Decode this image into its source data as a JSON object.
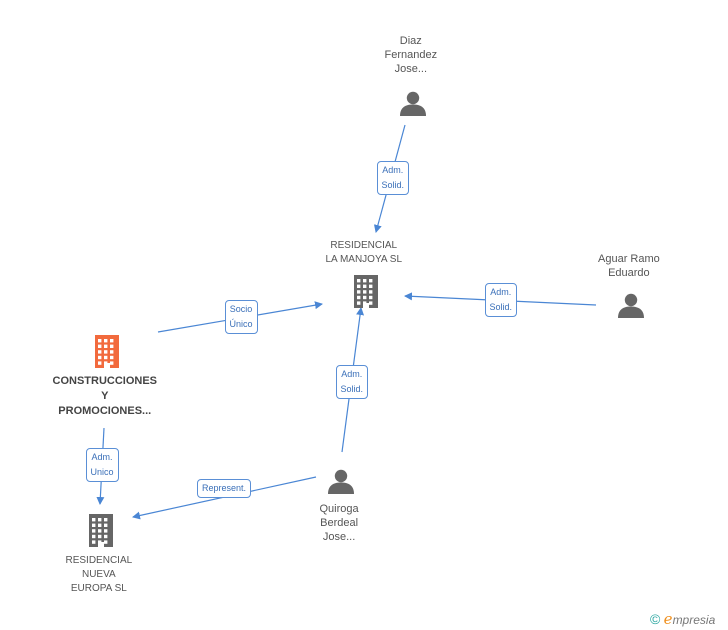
{
  "nodes": {
    "diaz": {
      "lines": [
        "Diaz",
        "Fernandez",
        "Jose..."
      ],
      "type": "person",
      "icon": "person-icon",
      "color": "#666666"
    },
    "residencial_manjoya": {
      "lines": [
        "RESIDENCIAL",
        "LA MANJOYA SL"
      ],
      "type": "company",
      "icon": "building-icon",
      "color": "#666666"
    },
    "aguar": {
      "lines": [
        "Aguar Ramo",
        "Eduardo"
      ],
      "type": "person",
      "icon": "person-icon",
      "color": "#666666"
    },
    "construcciones": {
      "lines": [
        "CONSTRUCCIONES",
        "Y",
        "PROMOCIONES..."
      ],
      "type": "company",
      "icon": "building-icon",
      "color": "#f26a3d"
    },
    "quiroga": {
      "lines": [
        "Quiroga",
        "Berdeal",
        "Jose..."
      ],
      "type": "person",
      "icon": "person-icon",
      "color": "#666666"
    },
    "residencial_nueva": {
      "lines": [
        "RESIDENCIAL",
        "NUEVA",
        "EUROPA SL"
      ],
      "type": "company",
      "icon": "building-icon",
      "color": "#666666"
    }
  },
  "edges": [
    {
      "from": "diaz",
      "to": "residencial_manjoya",
      "lines": [
        "Adm.",
        "Solid."
      ]
    },
    {
      "from": "aguar",
      "to": "residencial_manjoya",
      "lines": [
        "Adm.",
        "Solid."
      ]
    },
    {
      "from": "construcciones",
      "to": "residencial_manjoya",
      "lines": [
        "Socio",
        "Único"
      ]
    },
    {
      "from": "quiroga",
      "to": "residencial_manjoya",
      "lines": [
        "Adm.",
        "Solid."
      ]
    },
    {
      "from": "construcciones",
      "to": "residencial_nueva",
      "lines": [
        "Adm.",
        "Unico"
      ]
    },
    {
      "from": "quiroga",
      "to": "residencial_nueva",
      "lines": [
        "Represent."
      ]
    }
  ],
  "colors": {
    "edge": "#4a86d4",
    "edge_label_text": "#3a6fb8"
  },
  "footer": {
    "copyright_symbol": "©",
    "brand_initial": "e",
    "brand_rest": "mpresia"
  }
}
